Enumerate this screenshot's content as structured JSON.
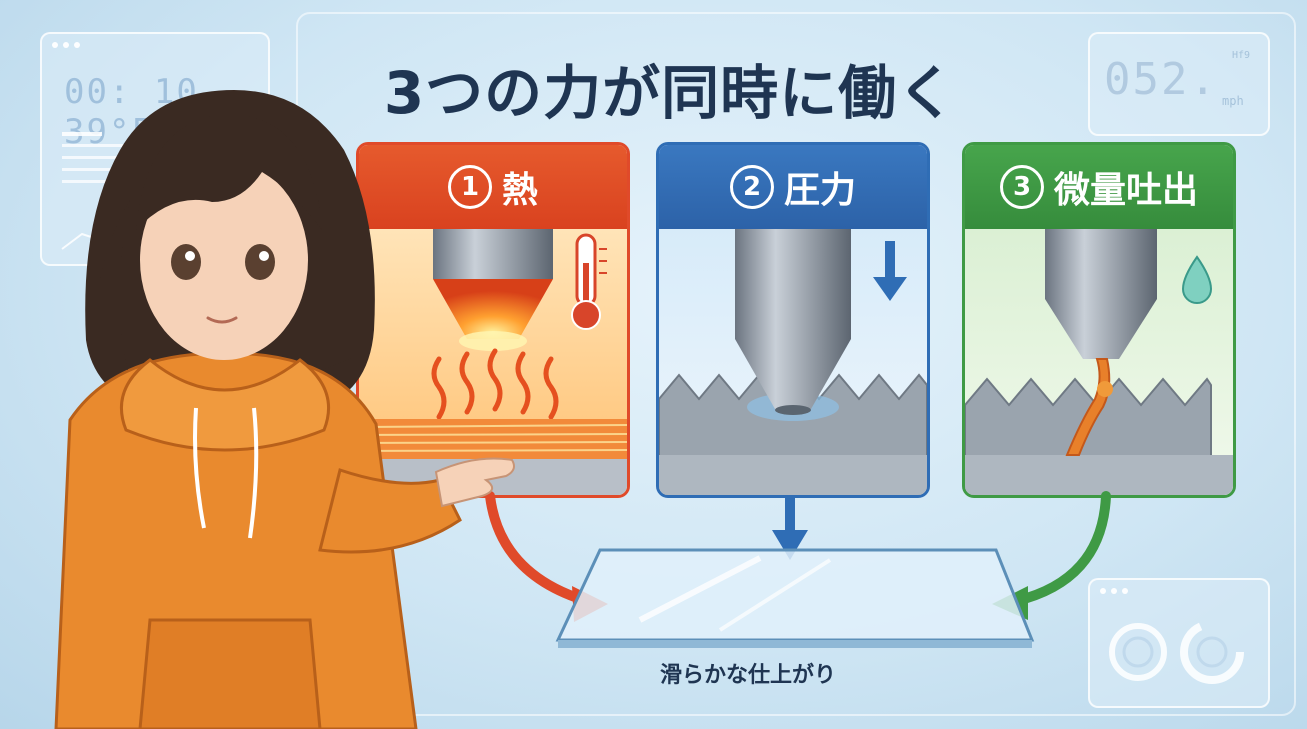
{
  "title": "3つの力が同時に働く",
  "hud_left": {
    "readout": "00: 10 ~ 39°F"
  },
  "hud_right": {
    "readout": "052.",
    "unit_top": "Hf9",
    "unit_bottom": "mph"
  },
  "panels": [
    {
      "num": "1",
      "label": "熱",
      "color": "#e04a2a"
    },
    {
      "num": "2",
      "label": "圧力",
      "color": "#2f6db5"
    },
    {
      "num": "3",
      "label": "微量吐出",
      "color": "#3f9a45"
    }
  ],
  "result": {
    "caption": "滑らかな仕上がり"
  },
  "colors": {
    "heat": "#e04a2a",
    "pressure": "#2f6db5",
    "discharge": "#3f9a45",
    "hoodie": "#e98a2e"
  }
}
